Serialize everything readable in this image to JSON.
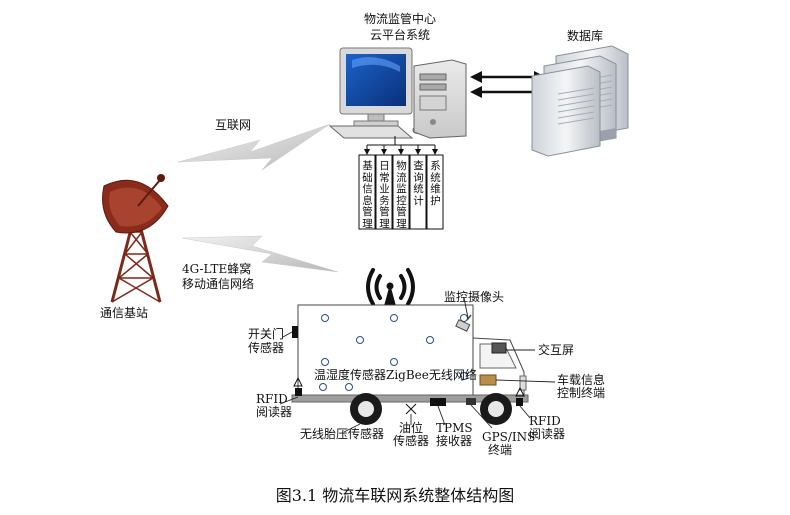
{
  "labels": {
    "center_title_1": "物流监管中心",
    "center_title_2": "云平台系统",
    "database": "数据库",
    "internet": "互联网",
    "base_station": "通信基站",
    "network_1": "4G-LTE蜂窝",
    "network_2": "移动通信网络",
    "camera": "监控摄像头",
    "touch_screen": "交互屏",
    "door_sensor_1": "开关门",
    "door_sensor_2": "传感器",
    "temp_net": "温湿度传感器ZigBee无线网络",
    "terminal_1": "车载信息",
    "terminal_2": "控制终端",
    "rfid_left_1": "RFID",
    "rfid_left_2": "阅读器",
    "tire_sensor": "无线胎压传感器",
    "oil_1": "油位",
    "oil_2": "传感器",
    "tpms_1": "TPMS",
    "tpms_2": "接收器",
    "gps_1": "GPS/INS",
    "gps_2": "终端",
    "rfid_right_1": "RFID",
    "rfid_right_2": "阅读器"
  },
  "modules": [
    "基础信息管理",
    "日常业务管理",
    "物流监控管理",
    "查询统计",
    "系统维护"
  ],
  "caption": "图3.1  物流车联网系统整体结构图"
}
